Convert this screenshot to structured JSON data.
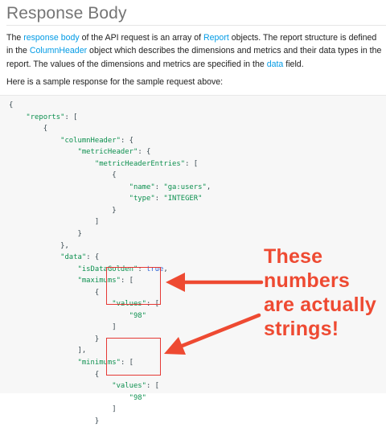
{
  "heading": "Response Body",
  "intro": {
    "t1": "The ",
    "link1": "response body",
    "t2": " of the API request is an array of ",
    "link2": "Report",
    "t3": " objects. The report structure is defined in the ",
    "link3": "ColumnHeader",
    "t4": " object which describes the dimensions and metrics and their data types in the report. The values of the dimensions and metrics are specified in the ",
    "link4": "data",
    "t5": " field."
  },
  "sample_text": "Here is a sample response for the sample request above:",
  "code": {
    "reports_key": "\"reports\"",
    "column_header_key": "\"columnHeader\"",
    "metric_header_key": "\"metricHeader\"",
    "metric_header_entries_key": "\"metricHeaderEntries\"",
    "name_key": "\"name\"",
    "name_value": "\"ga:users\"",
    "type_key": "\"type\"",
    "type_value": "\"INTEGER\"",
    "data_key": "\"data\"",
    "is_data_golden_key": "\"isDataGolden\"",
    "is_data_golden_value": "true",
    "maximums_key": "\"maximums\"",
    "values_key_1": "\"values\"",
    "values_value_1": "\"98\"",
    "minimums_key": "\"minimums\"",
    "values_key_2": "\"values\"",
    "values_value_2": "\"98\""
  },
  "annotation": {
    "line1": "These",
    "line2": "numbers",
    "line3": "are actually",
    "line4": "strings!"
  },
  "colors": {
    "annotation_red": "#ee4a32",
    "link_blue": "#039be5",
    "code_string_green": "#0d904f",
    "code_bool_blue": "#3367d6",
    "code_background": "#f7f7f7"
  }
}
